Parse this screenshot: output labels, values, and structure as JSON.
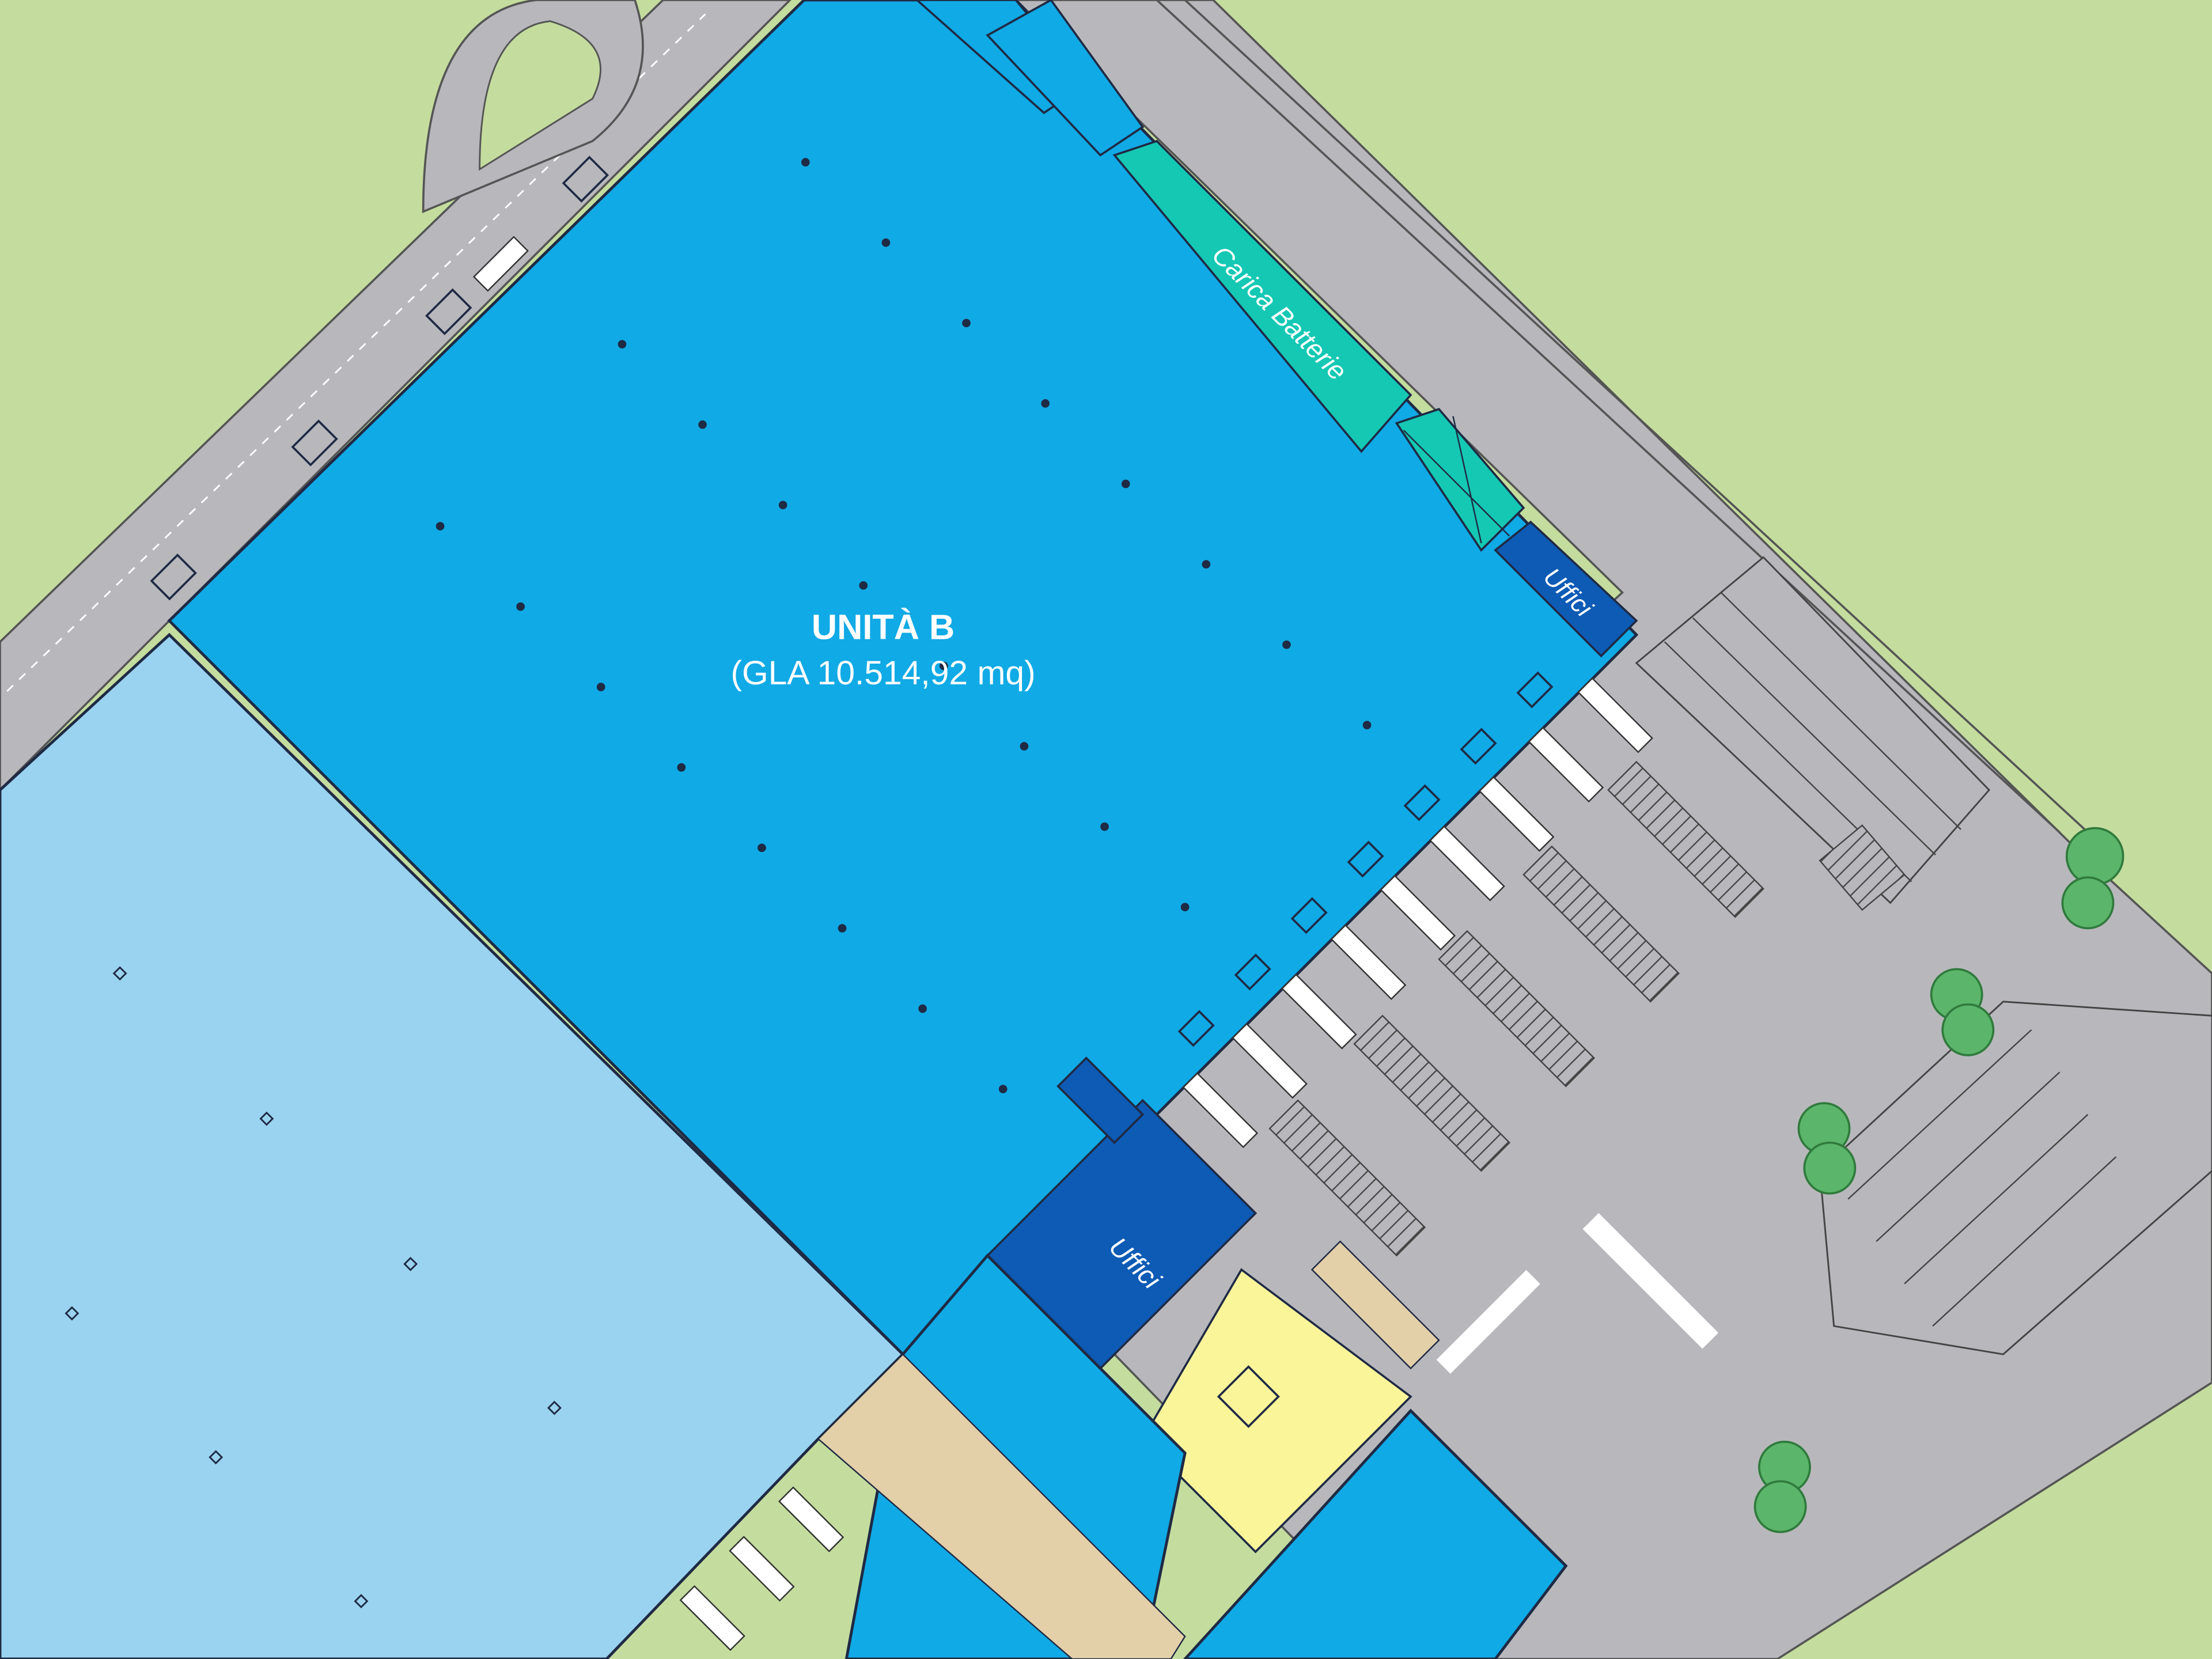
{
  "plan": {
    "unit_title": "UNITÀ B",
    "unit_gla": "(GLA 10.514,92 mq)",
    "office_label_north": "Uffici",
    "office_label_central": "Uffici",
    "battery_room_label": "Carica Batterie"
  },
  "colors": {
    "grass": "#c4dd9e",
    "road": "#b8b8bc",
    "warehouse_unit_b": "#10aae6",
    "warehouse_adjacent": "#9ad3f0",
    "offices": "#0d5bb5",
    "battery_room": "#14c8b4",
    "services": "#fbf59a",
    "apron": "#e3cfa8",
    "trees": "#5bb56a"
  },
  "icons": [
    "tree-icon",
    "truck-icon",
    "car-parking-icon",
    "stair-icon",
    "pillar-icon"
  ]
}
